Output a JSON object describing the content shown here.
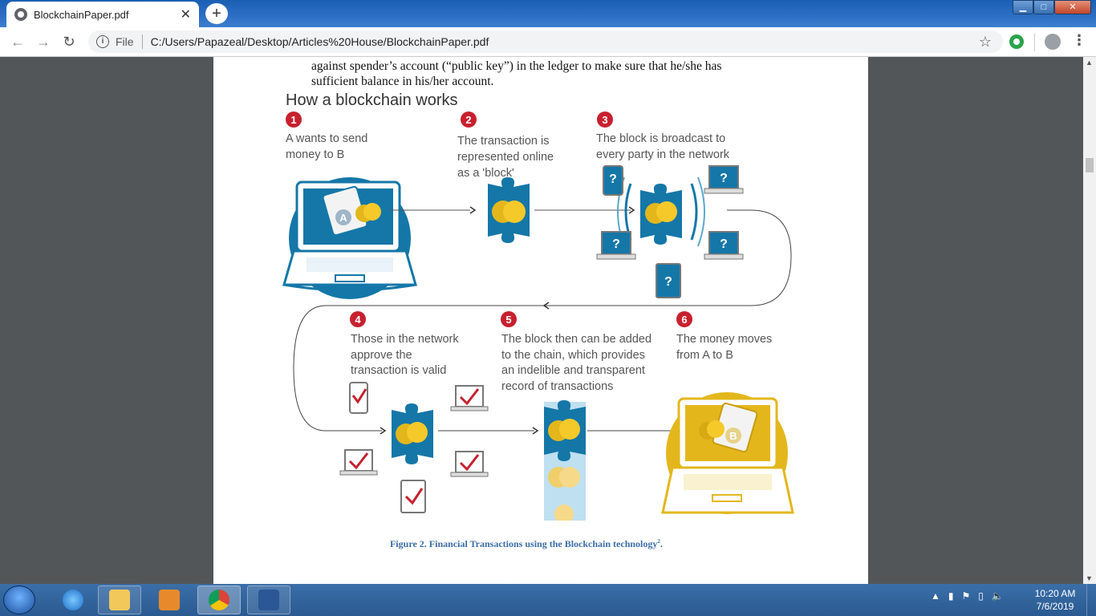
{
  "browser": {
    "tab_title": "BlockchainPaper.pdf",
    "tab_close": "✕",
    "new_tab": "+",
    "url_scheme_label": "File",
    "url": "C:/Users/Papazeal/Desktop/Articles%20House/BlockchainPaper.pdf"
  },
  "document": {
    "text_line_1": "against spender’s account (“public key”) in the ledger to make sure that he/she has",
    "text_line_2": "sufficient balance in his/her account.",
    "figure_title": "How a blockchain works",
    "steps": [
      {
        "num": "1",
        "line1": "A wants to send",
        "line2": "money to B",
        "line3": "",
        "line4": ""
      },
      {
        "num": "2",
        "line1": "The transaction is",
        "line2": "represented online",
        "line3": "as a 'block'",
        "line4": ""
      },
      {
        "num": "3",
        "line1": "The block is broadcast to",
        "line2": "every party in the network",
        "line3": "",
        "line4": ""
      },
      {
        "num": "4",
        "line1": "Those in the network",
        "line2": "approve the",
        "line3": "transaction is valid",
        "line4": ""
      },
      {
        "num": "5",
        "line1": "The block then can be added",
        "line2": "to the chain, which provides",
        "line3": "an indelible and transparent",
        "line4": "record of transactions"
      },
      {
        "num": "6",
        "line1": "The money moves",
        "line2": "from A to B",
        "line3": "",
        "line4": ""
      }
    ],
    "wallet_a": "A",
    "wallet_b": "B",
    "question_mark": "?",
    "caption": "Figure 2. Financial Transactions using the Blockchain technology",
    "caption_sup": "2",
    "caption_end": "."
  },
  "taskbar": {
    "clock_time": "10:20 AM",
    "clock_date": "7/6/2019"
  },
  "colors": {
    "blue": "#1477a8",
    "gold": "#e3b71c",
    "red": "#c8202f"
  }
}
